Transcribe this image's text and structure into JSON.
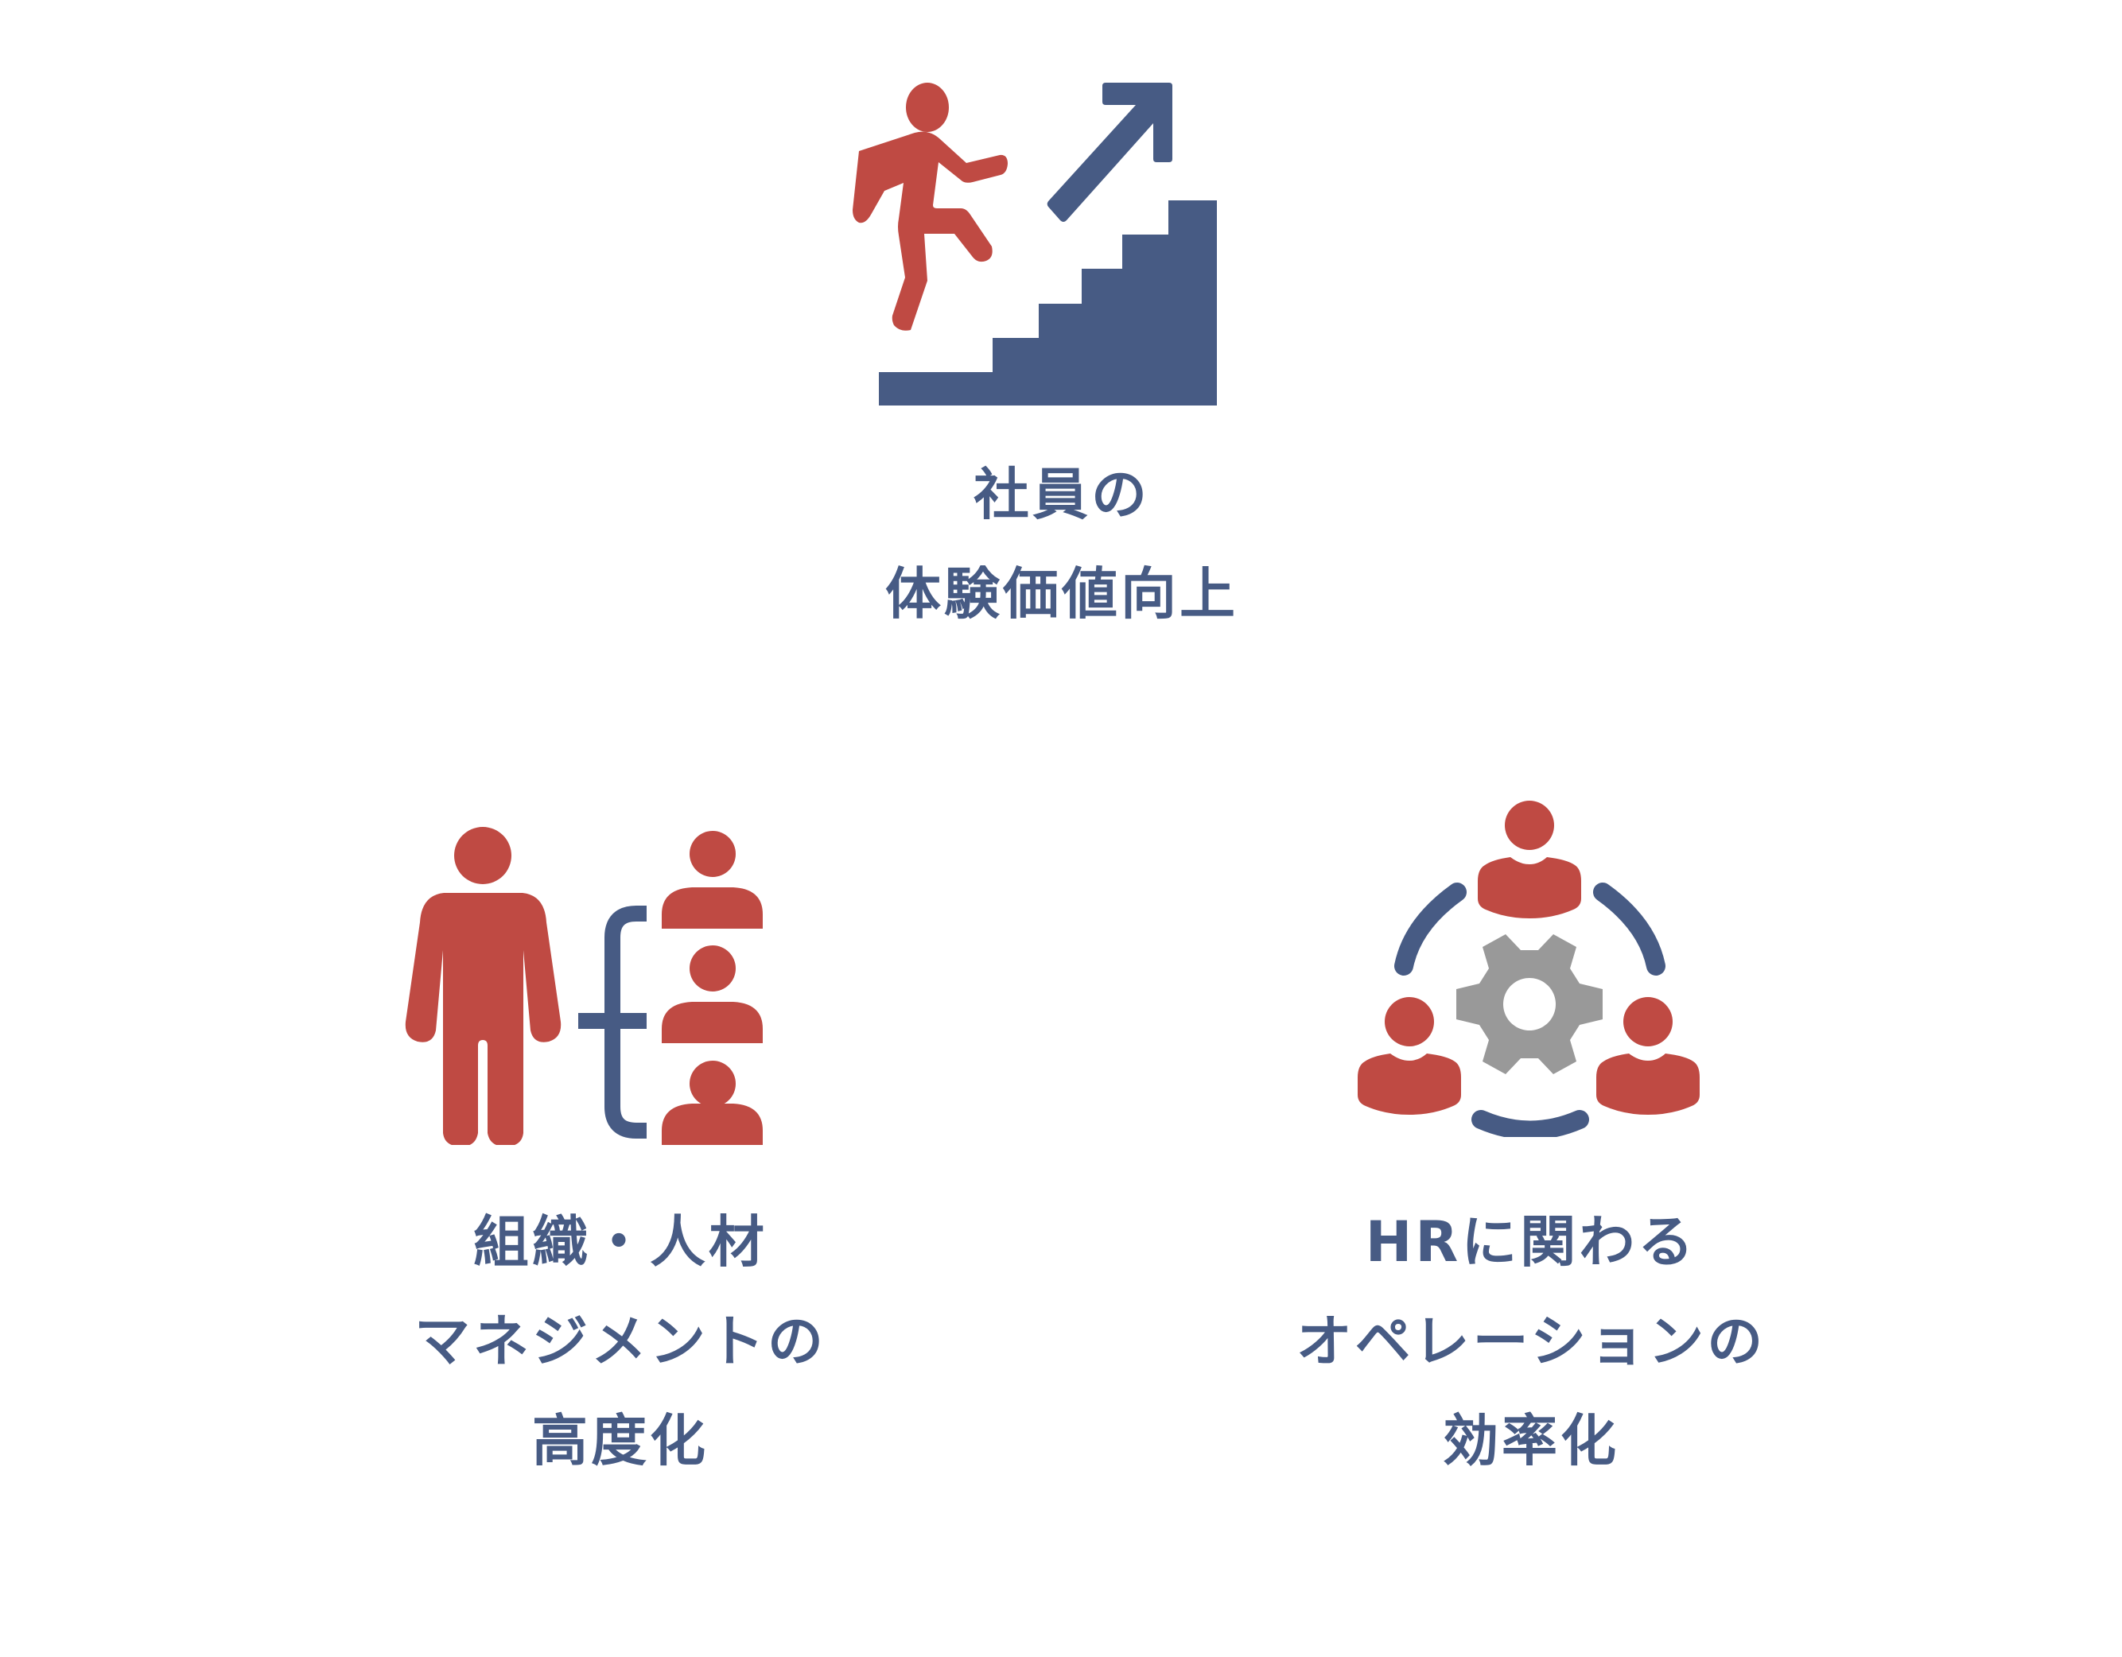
{
  "colors": {
    "accent_red": "#BF4A43",
    "accent_navy": "#475B84",
    "gear_gray": "#999999",
    "background": "#FFFFFF"
  },
  "items": [
    {
      "id": "employee-experience",
      "icon": "person-climbing-stairs-icon",
      "label_lines": [
        "社員の",
        "体験価値向上"
      ]
    },
    {
      "id": "org-talent-management",
      "icon": "person-with-team-org-chart-icon",
      "label_lines": [
        "組織・人材",
        "マネジメントの",
        "高度化"
      ]
    },
    {
      "id": "hr-operations",
      "icon": "team-cycle-gear-icon",
      "label_lines": [
        "HRに関わる",
        "オペレーションの",
        "効率化"
      ]
    }
  ]
}
